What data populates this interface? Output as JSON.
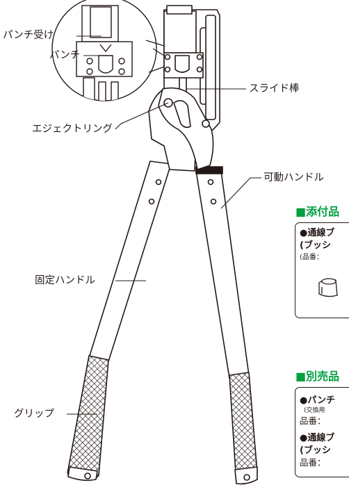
{
  "labels": {
    "punch_holder": "パンチ受け",
    "punch": "パンチ",
    "slide_rod": "スライド棒",
    "eject_ring": "エジェクトリング",
    "movable_handle": "可動ハンドル",
    "fixed_handle": "固定ハンドル",
    "grip": "グリップ"
  },
  "sections": {
    "accessories": {
      "title": "■添付品",
      "item_name": "●通線ブ",
      "item_sub": "(ブッシ",
      "item_code": "(品番："
    },
    "sold_separately": {
      "title": "■別売品",
      "item1_name": "●パンチ",
      "item1_note": "(交換用",
      "item1_code": "品番：",
      "item2_name": "●通線ブ",
      "item2_sub": "(ブッシ",
      "item2_code": "品番："
    }
  },
  "colors": {
    "line": "#231815",
    "accent_green": "#00a040",
    "background": "#ffffff"
  }
}
